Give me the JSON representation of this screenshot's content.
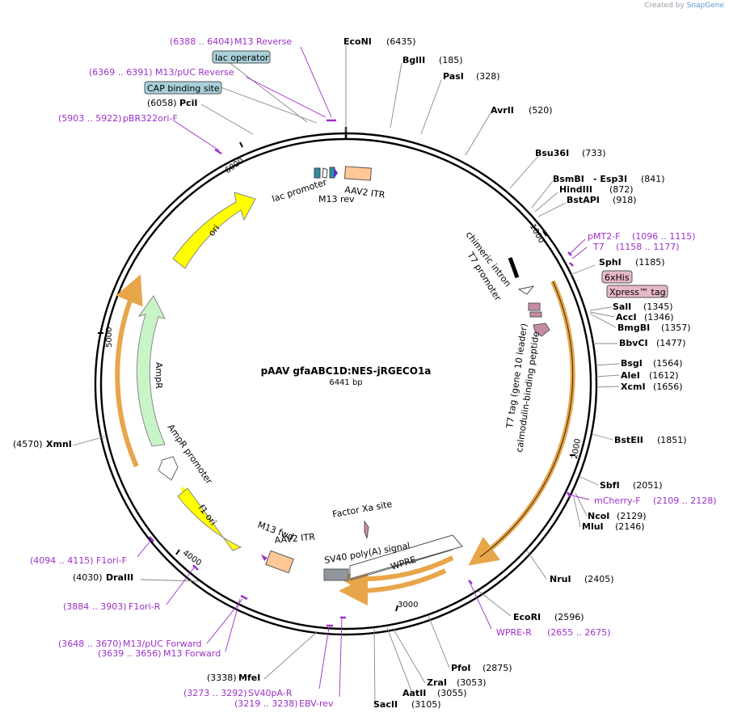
{
  "brand": {
    "prefix": "Created by",
    "name": "SnapGene"
  },
  "plasmid": {
    "name": "pAAV gfaABC1D:NES-jRGECO1a",
    "length_label": "6441 bp",
    "length": 6441
  },
  "colors": {
    "enzyme": "#000000",
    "primer": "#9b30c9",
    "ori": "#ffff00",
    "ampr": "#c8f5c8",
    "itr": "#ffc896",
    "orange_feature": "#e8a64a",
    "pink_feature": "#c98aa6",
    "tag_box": "#e6b8c8",
    "binding_box": "#a9d0da"
  },
  "ticks": [
    "1000",
    "2000",
    "3000",
    "4000",
    "5000",
    "6000"
  ],
  "enzymes": [
    {
      "id": "econi",
      "name": "EcoNI",
      "pos": "(6435)"
    },
    {
      "id": "bglii",
      "name": "BglII",
      "pos": "(185)"
    },
    {
      "id": "pasi",
      "name": "PasI",
      "pos": "(328)"
    },
    {
      "id": "avrii",
      "name": "AvrII",
      "pos": "(520)"
    },
    {
      "id": "bsu36i",
      "name": "Bsu36I",
      "pos": "(733)"
    },
    {
      "id": "bsmbi",
      "name": "BsmBI",
      "pos": "- Esp3I"
    },
    {
      "id": "esp3i",
      "name": "",
      "pos": "(841)"
    },
    {
      "id": "hindiii",
      "name": "HindIII",
      "pos": "(872)"
    },
    {
      "id": "bstapi",
      "name": "BstAPI",
      "pos": "(918)"
    },
    {
      "id": "sphi",
      "name": "SphI",
      "pos": "(1185)"
    },
    {
      "id": "sali",
      "name": "SalI",
      "pos": "(1345)"
    },
    {
      "id": "acci",
      "name": "AccI",
      "pos": "(1346)"
    },
    {
      "id": "bmgbi",
      "name": "BmgBI",
      "pos": "(1357)"
    },
    {
      "id": "bbvci",
      "name": "BbvCI",
      "pos": "(1477)"
    },
    {
      "id": "bsgi",
      "name": "BsgI",
      "pos": "(1564)"
    },
    {
      "id": "alei",
      "name": "AleI",
      "pos": "(1612)"
    },
    {
      "id": "xcmi",
      "name": "XcmI",
      "pos": "(1656)"
    },
    {
      "id": "bsteii",
      "name": "BstEII",
      "pos": "(1851)"
    },
    {
      "id": "sbfi",
      "name": "SbfI",
      "pos": "(2051)"
    },
    {
      "id": "ncoi",
      "name": "NcoI",
      "pos": "(2129)"
    },
    {
      "id": "mlui",
      "name": "MluI",
      "pos": "(2146)"
    },
    {
      "id": "nrui",
      "name": "NruI",
      "pos": "(2405)"
    },
    {
      "id": "ecori",
      "name": "EcoRI",
      "pos": "(2596)"
    },
    {
      "id": "pfoi",
      "name": "PfoI",
      "pos": "(2875)"
    },
    {
      "id": "zrai",
      "name": "ZraI",
      "pos": "(3053)"
    },
    {
      "id": "aatii",
      "name": "AatII",
      "pos": "(3055)"
    },
    {
      "id": "sacii",
      "name": "SacII",
      "pos": "(3105)"
    },
    {
      "id": "mfei",
      "name": "MfeI",
      "pos": "(3338)"
    },
    {
      "id": "draiii",
      "name": "DraIII",
      "pos": "(4030)"
    },
    {
      "id": "xmni",
      "name": "XmnI",
      "pos": "(4570)"
    },
    {
      "id": "pcii",
      "name": "PciI",
      "pos": "(6058)"
    }
  ],
  "primers": [
    {
      "id": "m13rev",
      "name": "M13 Reverse",
      "range": "(6388 .. 6404)"
    },
    {
      "id": "m13puc_rev",
      "name": "M13/pUC Reverse",
      "range": "(6369 .. 6391)"
    },
    {
      "id": "pbr322",
      "name": "pBR322ori-F",
      "range": "(5903 .. 5922)"
    },
    {
      "id": "pmt2",
      "name": "pMT2-F",
      "range": "(1096 .. 1115)"
    },
    {
      "id": "t7",
      "name": "T7",
      "range": "(1158 .. 1177)"
    },
    {
      "id": "mcherry",
      "name": "mCherry-F",
      "range": "(2109 .. 2128)"
    },
    {
      "id": "wpre_r",
      "name": "WPRE-R",
      "range": "(2655 .. 2675)"
    },
    {
      "id": "sv40pa",
      "name": "SV40pA-R",
      "range": "(3273 .. 3292)"
    },
    {
      "id": "ebv",
      "name": "EBV-rev",
      "range": "(3219 .. 3238)"
    },
    {
      "id": "m13fwd",
      "name": "M13 Forward",
      "range": "(3639 .. 3656)"
    },
    {
      "id": "m13puc_fwd",
      "name": "M13/pUC Forward",
      "range": "(3648 .. 3670)"
    },
    {
      "id": "f1orir",
      "name": "F1ori-R",
      "range": "(3884 .. 3903)"
    },
    {
      "id": "f1orif",
      "name": "F1ori-F",
      "range": "(4094 .. 4115)"
    }
  ],
  "boxed_labels": {
    "lac_operator": "lac operator",
    "cap_site": "CAP binding site",
    "his6": "6xHis",
    "xpress": "Xpress™ tag"
  },
  "features": {
    "lac_promoter": "lac promoter",
    "m13_rev": "M13 rev",
    "aav2_itr_top": "AAV2 ITR",
    "chimeric_intron": "chimeric intron",
    "t7_promoter": "T7 promoter",
    "t7_tag": "T7 tag (gene 10 leader)",
    "cbp": "calmodulin-binding peptide",
    "ori": "ori",
    "ampr": "AmpR",
    "ampr_promoter": "AmpR promoter",
    "f1_ori": "f1 ori",
    "m13_fwd": "M13 fwd",
    "aav2_itr_bottom": "AAV2 ITR",
    "factor_xa": "Factor Xa site",
    "sv40": "SV40 poly(A) signal",
    "wpre": "WPRE"
  }
}
